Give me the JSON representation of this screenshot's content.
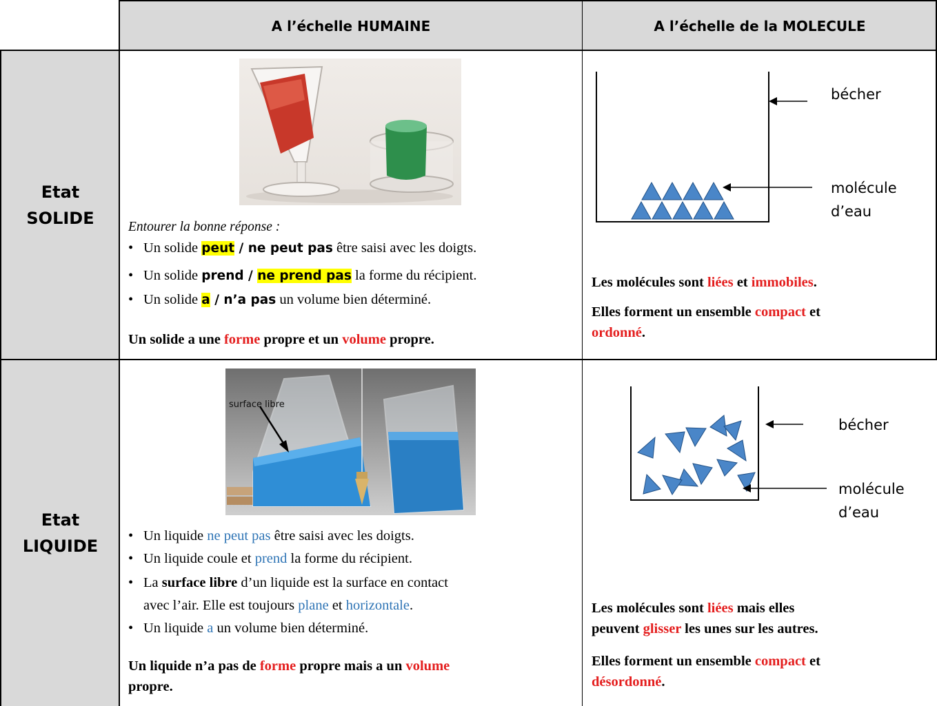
{
  "header": {
    "col_human": "A l’échelle HUMAINE",
    "col_molecule": "A l’échelle de la MOLECULE"
  },
  "solide": {
    "row_label_1": "Etat",
    "row_label_2": "SOLIDE",
    "instruction": "Entourer la bonne réponse :",
    "bullets": [
      {
        "pre": "Un solide ",
        "opt1": "peut",
        "sep": " / ",
        "opt2": "ne peut pas",
        "post": " être saisi avec les doigts."
      },
      {
        "pre": "Un solide ",
        "opt1": "prend",
        "sep": " / ",
        "opt2": "ne prend pas",
        "post": " la forme du récipient."
      },
      {
        "pre": "Un solide ",
        "opt1": "a",
        "sep": " / ",
        "opt2": "n’a pas",
        "post": " un volume bien déterminé."
      }
    ],
    "conclusion": {
      "p1": "Un solide a une ",
      "w1": "forme",
      "p2": " propre et un ",
      "w2": "volume",
      "p3": " propre."
    },
    "diagram": {
      "label_becher": "bécher",
      "label_molecule_1": "molécule",
      "label_molecule_2": "d’eau"
    },
    "mol_text_1": {
      "p1": "Les molécules sont ",
      "w1": "liées",
      "p2": " et ",
      "w2": "immobiles",
      "p3": "."
    },
    "mol_text_2": {
      "p1": "Elles forment un ensemble ",
      "w1": "compact",
      "p2": " et",
      "w2": "ordonné",
      "p3": "."
    }
  },
  "liquide": {
    "row_label_1": "Etat",
    "row_label_2": "LIQUIDE",
    "photo_label": "surface libre",
    "b1": {
      "pre": "Un liquide ",
      "w": "ne peut pas",
      "post": " être saisi avec les doigts."
    },
    "b2": {
      "pre": "Un liquide coule et ",
      "w": "prend",
      "post": " la forme du récipient."
    },
    "b3": {
      "pre": "La ",
      "bold": "surface libre",
      "post": " d’un liquide est la surface en contact"
    },
    "b3b": {
      "pre": "avec l’air. Elle est toujours ",
      "w1": "plane",
      "mid": " et ",
      "w2": "horizontale",
      "post": "."
    },
    "b4": {
      "pre": "Un liquide ",
      "w": "a",
      "post": " un volume bien déterminé."
    },
    "conclusion": {
      "p1": "Un liquide n’a pas de ",
      "w1": "forme",
      "p2": " propre mais a un ",
      "w2": "volume",
      "p3": "propre."
    },
    "diagram": {
      "label_becher": "bécher",
      "label_molecule_1": "molécule",
      "label_molecule_2": "d’eau"
    },
    "mol_text_1": {
      "p1": "Les molécules sont ",
      "w1": "liées",
      "p2": " mais elles",
      "p3": "peuvent ",
      "w2": "glisser",
      "p4": " les unes sur les autres."
    },
    "mol_text_2": {
      "p1": "Elles forment un ensemble ",
      "w1": "compact",
      "p2": " et",
      "w2": "désordonné",
      "p3": "."
    }
  },
  "colors": {
    "header_bg": "#d9d9d9",
    "highlight": "#ffff00",
    "red": "#e41e1e",
    "blue": "#2e74b5",
    "molecule": "#4a86c8"
  }
}
